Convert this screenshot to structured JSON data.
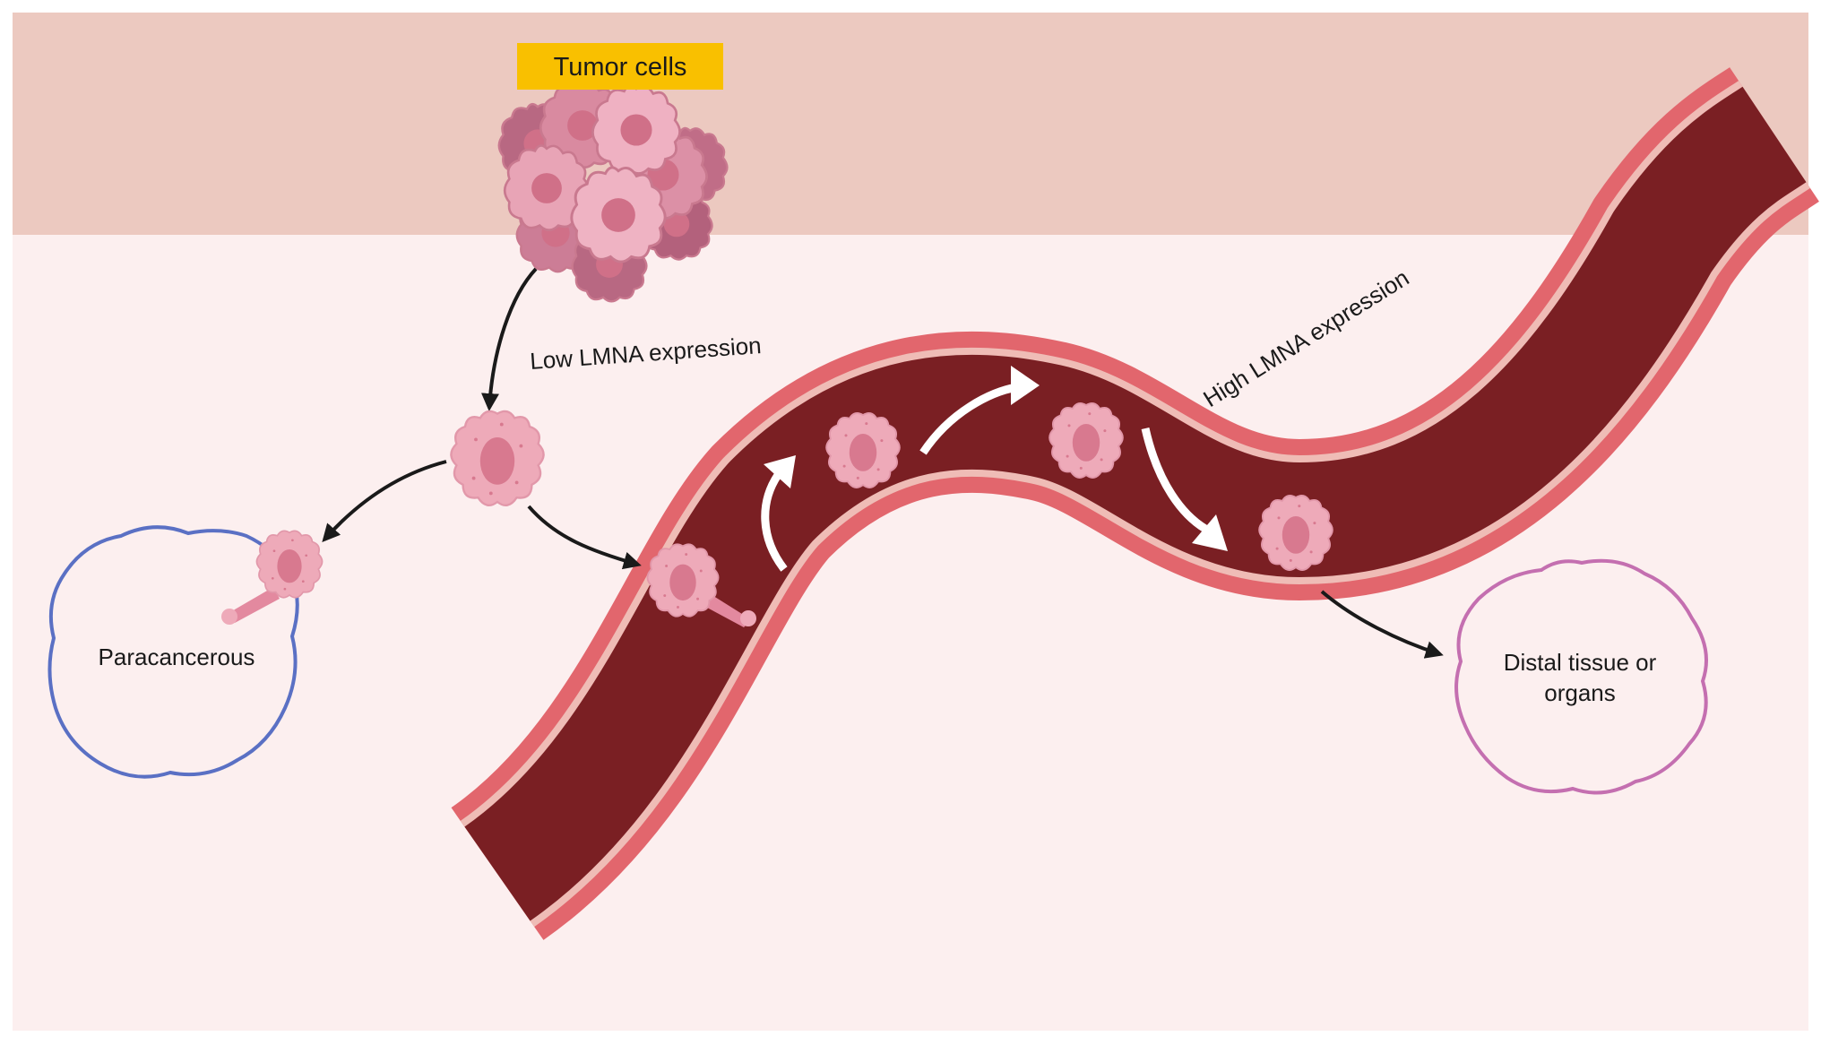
{
  "diagram": {
    "top_label": "Tumor cells",
    "low_expression_label": "Low LMNA expression",
    "high_expression_label": "High LMNA expression",
    "paracancerous_label": "Paracancerous",
    "distal_label_line1": "Distal tissue or",
    "distal_label_line2": "organs"
  },
  "colors": {
    "tissue_top": "#ecc9c0",
    "background": "#fcefef",
    "label_box": "#f9c000",
    "vessel_lumen": "#7a1f23",
    "vessel_wall": "#e2666d",
    "vessel_lining": "#efbcb6",
    "cell_fill": "#eeaab9",
    "cell_nucleus": "#d8798f",
    "paracancerous_outline": "#5a70c4",
    "distal_outline": "#c46fb0",
    "arrow_black": "#1a1a1a",
    "arrow_white": "#ffffff"
  },
  "icons": [
    "tumor-cluster-icon",
    "tumor-cell-icon",
    "blood-vessel-icon",
    "arrow-icon"
  ]
}
